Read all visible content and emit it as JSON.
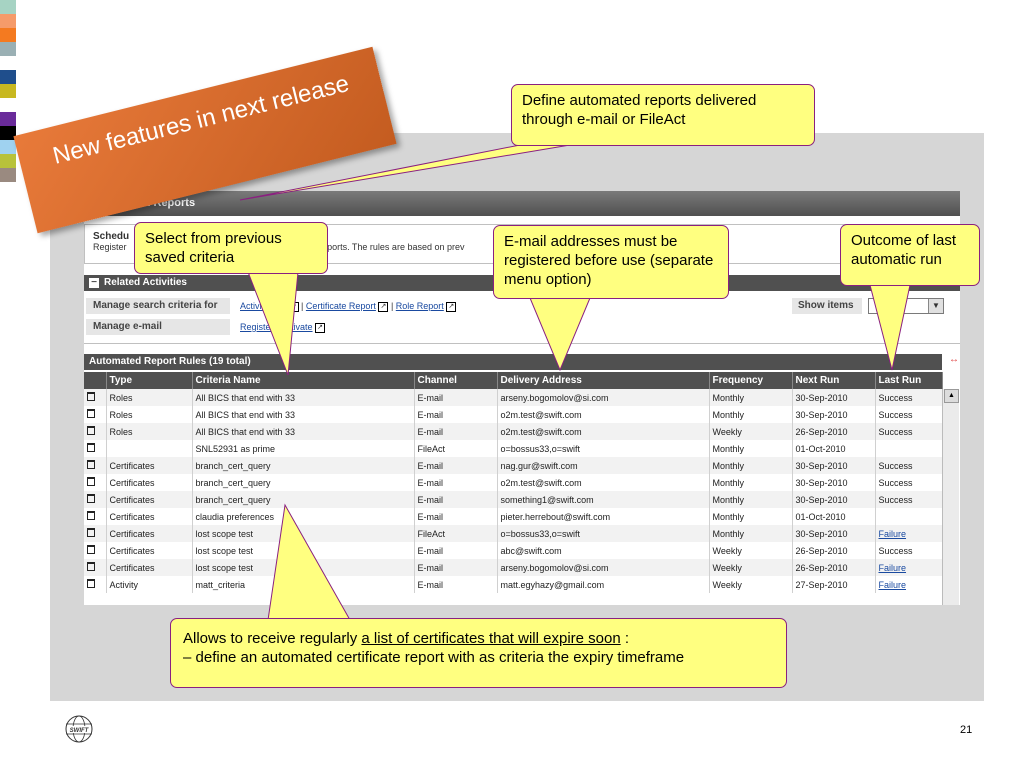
{
  "stripes": [
    "#a6d3c3",
    "#f59b6a",
    "#f47a20",
    "#9ab0b4",
    "#ffffff",
    "#1f4e8c",
    "#c8b820",
    "#ffffff",
    "#6a2b9a",
    "#000000",
    "#9fd2f0",
    "#b8c23a",
    "#9a8a80"
  ],
  "banner": {
    "text": "New features in next release"
  },
  "app": {
    "title": "Automated Reports",
    "sched_title": "Schedu",
    "sched_text_a": "Register",
    "sched_text_b": "ery of automated reports. The rules are based on prev",
    "related_title": "Related Activities",
    "manage_search_label": "Manage search criteria for",
    "link_activity": "Activity Log",
    "link_cert": "Certificate Report",
    "link_role": "Role Report",
    "manage_email_label": "Manage e-mail",
    "link_register": "Register / Activate",
    "show_items_label": "Show items",
    "show_items_value": "",
    "grid_title": "Automated Report Rules (19 total)",
    "columns": [
      "",
      "Type",
      "Criteria Name",
      "Channel",
      "Delivery Address",
      "Frequency",
      "Next Run",
      "Last Run"
    ],
    "rows": [
      {
        "type": "Roles",
        "criteria": "All BICS that end with 33",
        "channel": "E-mail",
        "address": "arseny.bogomolov@si.com",
        "freq": "Monthly",
        "next": "30-Sep-2010",
        "last": "Success",
        "fail": false
      },
      {
        "type": "Roles",
        "criteria": "All BICS that end with 33",
        "channel": "E-mail",
        "address": "o2m.test@swift.com",
        "freq": "Monthly",
        "next": "30-Sep-2010",
        "last": "Success",
        "fail": false
      },
      {
        "type": "Roles",
        "criteria": "All BICS that end with 33",
        "channel": "E-mail",
        "address": "o2m.test@swift.com",
        "freq": "Weekly",
        "next": "26-Sep-2010",
        "last": "Success",
        "fail": false
      },
      {
        "type": "",
        "criteria": "SNL52931 as prime",
        "channel": "FileAct",
        "address": "o=bossus33,o=swift",
        "freq": "Monthly",
        "next": "01-Oct-2010",
        "last": "",
        "fail": false
      },
      {
        "type": "Certificates",
        "criteria": "branch_cert_query",
        "channel": "E-mail",
        "address": "nag.gur@swift.com",
        "freq": "Monthly",
        "next": "30-Sep-2010",
        "last": "Success",
        "fail": false
      },
      {
        "type": "Certificates",
        "criteria": "branch_cert_query",
        "channel": "E-mail",
        "address": "o2m.test@swift.com",
        "freq": "Monthly",
        "next": "30-Sep-2010",
        "last": "Success",
        "fail": false
      },
      {
        "type": "Certificates",
        "criteria": "branch_cert_query",
        "channel": "E-mail",
        "address": "something1@swift.com",
        "freq": "Monthly",
        "next": "30-Sep-2010",
        "last": "Success",
        "fail": false
      },
      {
        "type": "Certificates",
        "criteria": "claudia preferences",
        "channel": "E-mail",
        "address": "pieter.herrebout@swift.com",
        "freq": "Monthly",
        "next": "01-Oct-2010",
        "last": "",
        "fail": false
      },
      {
        "type": "Certificates",
        "criteria": "lost scope test",
        "channel": "FileAct",
        "address": "o=bossus33,o=swift",
        "freq": "Monthly",
        "next": "30-Sep-2010",
        "last": "Failure",
        "fail": true
      },
      {
        "type": "Certificates",
        "criteria": "lost scope test",
        "channel": "E-mail",
        "address": "abc@swift.com",
        "freq": "Weekly",
        "next": "26-Sep-2010",
        "last": "Success",
        "fail": false
      },
      {
        "type": "Certificates",
        "criteria": "lost scope test",
        "channel": "E-mail",
        "address": "arseny.bogomolov@si.com",
        "freq": "Weekly",
        "next": "26-Sep-2010",
        "last": "Failure",
        "fail": true
      },
      {
        "type": "Activity",
        "criteria": "matt_criteria",
        "channel": "E-mail",
        "address": "matt.egyhazy@gmail.com",
        "freq": "Weekly",
        "next": "27-Sep-2010",
        "last": "Failure",
        "fail": true
      }
    ]
  },
  "callouts": {
    "define": "Define automated reports delivered through e-mail or FileAct",
    "select": "Select from previous saved criteria",
    "email": "E-mail addresses must be registered before use (separate menu option)",
    "outcome": "Outcome of last automatic run",
    "allows_prefix": "Allows to receive regularly ",
    "allows_link": "a list of certificates that will expire soon",
    "allows_suffix": " :",
    "allows_line2": "– define an automated certificate report with as criteria the expiry timeframe"
  },
  "footer": {
    "page_number": "21",
    "logo_text": "SWIFT"
  },
  "colors": {
    "callout_bg": "#ffff80",
    "callout_border": "#8a2080",
    "header_dark": "#505050",
    "banner": "#e06a28",
    "link": "#1a4aa0"
  }
}
